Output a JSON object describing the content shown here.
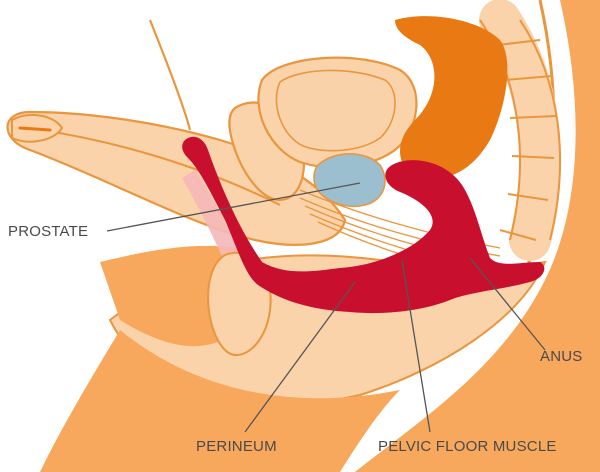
{
  "diagram": {
    "labels": {
      "prostate": "PROSTATE",
      "anus": "ANUS",
      "perineum": "PERINEUM",
      "pelvic_floor_muscle": "PELVIC FLOOR MUSCLE"
    },
    "colors": {
      "background": "#ffffff",
      "skin": "#f7a85c",
      "skin_light": "#fbd3ab",
      "organ_fill": "#f9d2a9",
      "outline": "#e9963e",
      "rectum_dark": "#e97a13",
      "muscle_red": "#c8102e",
      "prostate_blue": "#9bbfcf",
      "highlight_pink": "#f5b8b8",
      "label_text": "#4a4a4a"
    }
  }
}
